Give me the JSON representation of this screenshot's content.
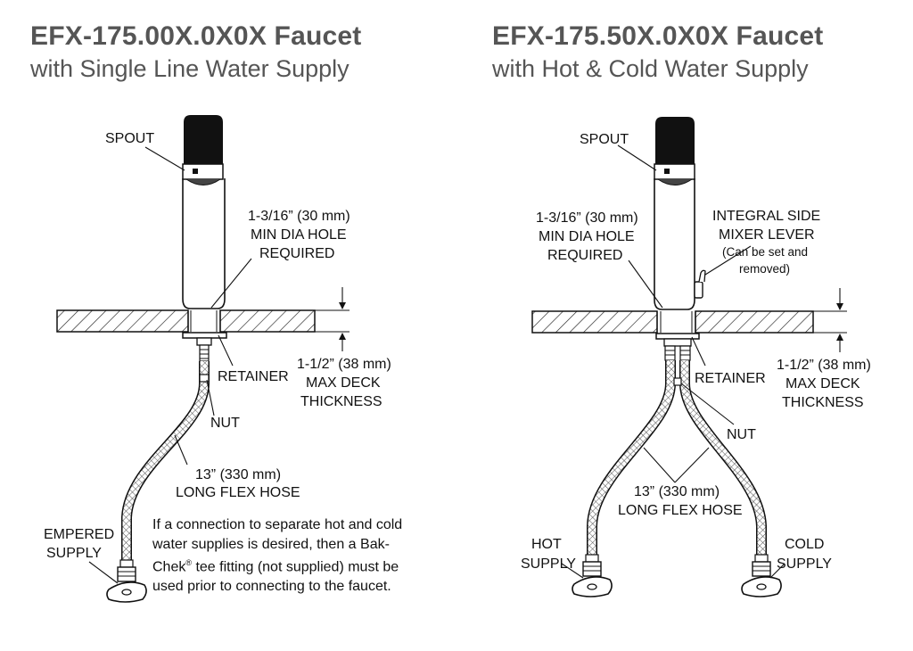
{
  "left": {
    "title": "EFX-175.00X.0X0X Faucet",
    "subtitle": "with Single Line Water Supply",
    "labels": {
      "spout": "SPOUT",
      "hole": [
        "1-3/16” (30 mm)",
        "MIN DIA HOLE",
        "REQUIRED"
      ],
      "retainer": "RETAINER",
      "deck": [
        "1-1/2” (38 mm)",
        "MAX DECK",
        "THICKNESS"
      ],
      "nut": "NUT",
      "hose": [
        "13” (330 mm)",
        "LONG FLEX HOSE"
      ],
      "supply": [
        "EMPERED",
        "SUPPLY"
      ]
    },
    "note": {
      "part1": "If a connection to separate hot and cold water supplies is desired, then a Bak-Chek",
      "reg": "®",
      "part2": " tee fitting (not supplied) must be used prior to connecting to the faucet."
    }
  },
  "right": {
    "title": "EFX-175.50X.0X0X Faucet",
    "subtitle": "with Hot & Cold Water Supply",
    "labels": {
      "spout": "SPOUT",
      "hole": [
        "1-3/16” (30 mm)",
        "MIN DIA HOLE",
        "REQUIRED"
      ],
      "lever": [
        "INTEGRAL SIDE",
        "MIXER LEVER",
        "(Can be set and",
        "removed)"
      ],
      "retainer": "RETAINER",
      "deck": [
        "1-1/2” (38 mm)",
        "MAX DECK",
        "THICKNESS"
      ],
      "nut": "NUT",
      "hose": [
        "13” (330 mm)",
        "LONG FLEX HOSE"
      ],
      "hot": [
        "HOT",
        "SUPPLY"
      ],
      "cold": [
        "COLD",
        "SUPPLY"
      ]
    }
  }
}
